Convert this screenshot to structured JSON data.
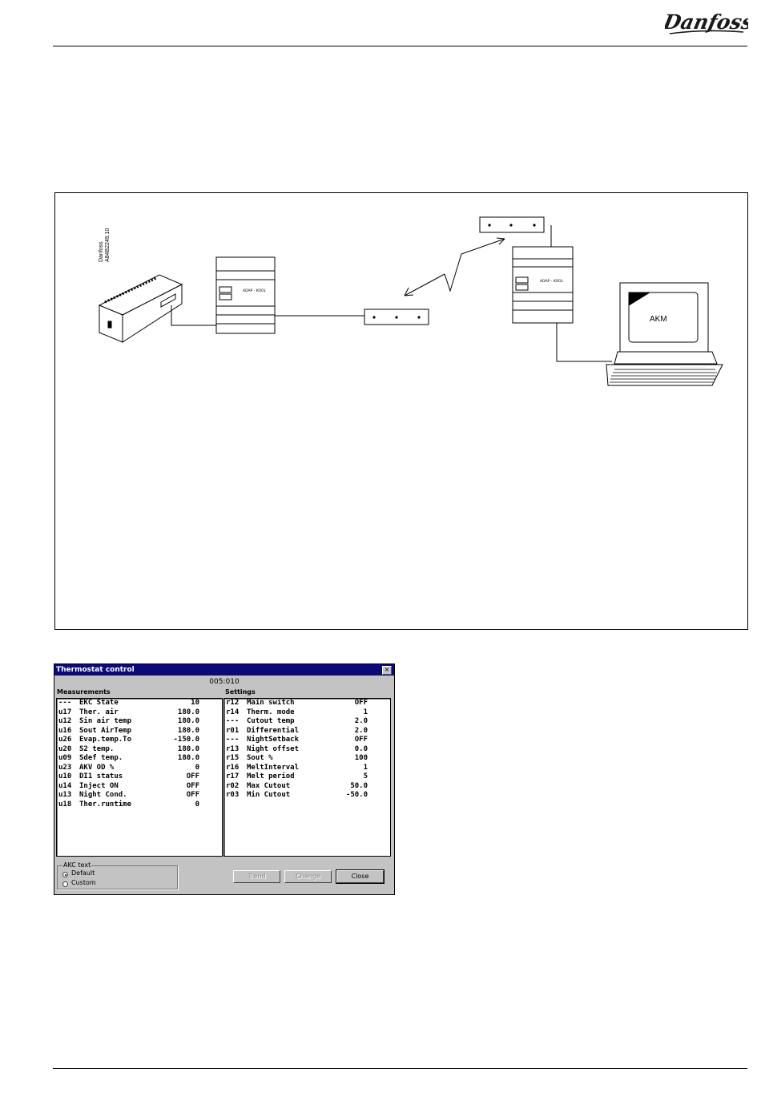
{
  "brand": {
    "logo_text": "Danfoss",
    "color": "#d71920"
  },
  "diagram": {
    "doc_id_line1": "Danfoss",
    "doc_id_line2": "A84B2249.10",
    "module_label_left": "ADAP - KOOL",
    "module_label_right": "ADAP - KOOL",
    "pc_screen_label": "AKM"
  },
  "dialog": {
    "title": "Thermostat control",
    "close_glyph": "×",
    "address": "005:010",
    "measurements_label": "Measurements",
    "settings_label": "Settings",
    "measurements": [
      {
        "code": "---",
        "name": "EKC State",
        "value": "10"
      },
      {
        "code": "u17",
        "name": "Ther. air",
        "value": "180.0"
      },
      {
        "code": "u12",
        "name": "Sin air temp",
        "value": "180.0"
      },
      {
        "code": "u16",
        "name": "Sout AirTemp",
        "value": "180.0"
      },
      {
        "code": "u26",
        "name": "Evap.temp.To",
        "value": "-150.0"
      },
      {
        "code": "u20",
        "name": "S2 temp.",
        "value": "180.0"
      },
      {
        "code": "u09",
        "name": "Sdef temp.",
        "value": "180.0"
      },
      {
        "code": "u23",
        "name": "AKV OD %",
        "value": "0"
      },
      {
        "code": "u10",
        "name": "DI1 status",
        "value": "OFF"
      },
      {
        "code": "u14",
        "name": "Inject ON",
        "value": "OFF"
      },
      {
        "code": "u13",
        "name": "Night Cond.",
        "value": "OFF"
      },
      {
        "code": "u18",
        "name": "Ther.runtime",
        "value": "0"
      }
    ],
    "settings": [
      {
        "code": "r12",
        "name": "Main switch",
        "value": "OFF"
      },
      {
        "code": "r14",
        "name": "Therm. mode",
        "value": "1"
      },
      {
        "code": "---",
        "name": "Cutout temp",
        "value": "2.0"
      },
      {
        "code": "r01",
        "name": "Differential",
        "value": "2.0"
      },
      {
        "code": "---",
        "name": "NightSetback",
        "value": "OFF"
      },
      {
        "code": "r13",
        "name": "Night offset",
        "value": "0.0"
      },
      {
        "code": "r15",
        "name": "Sout %",
        "value": "100"
      },
      {
        "code": "r16",
        "name": "MeltInterval",
        "value": "1"
      },
      {
        "code": "r17",
        "name": "Melt period",
        "value": "5"
      },
      {
        "code": "r02",
        "name": "Max Cutout",
        "value": "50.0"
      },
      {
        "code": "r03",
        "name": "Min Cutout",
        "value": "-50.0"
      }
    ],
    "akc_text_label": "AKC text",
    "radio_default": "Default",
    "radio_custom": "Custom",
    "btn_trend": "Trend",
    "btn_change": "Change",
    "btn_close": "Close"
  }
}
